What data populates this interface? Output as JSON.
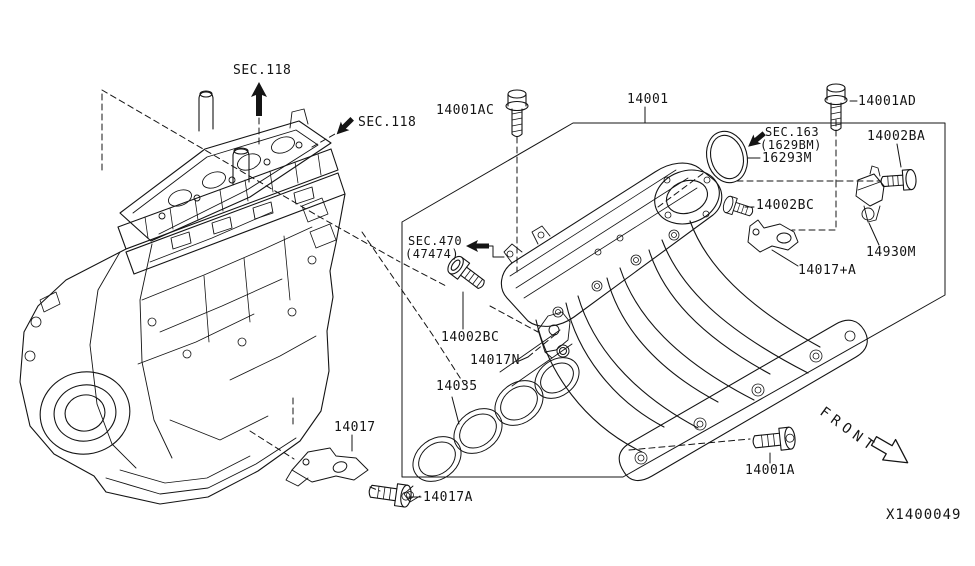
{
  "diagram": {
    "type": "engine-intake-manifold-parts-diagram",
    "drawing_code": "X1400049",
    "orientation_label": "FRONT",
    "colors": {
      "line": "#141414",
      "background": "#ffffff"
    },
    "labels": [
      {
        "id": "sec118-top",
        "text": "SEC.118"
      },
      {
        "id": "sec118-right",
        "text": "SEC.118"
      },
      {
        "id": "14001AC",
        "text": "14001AC"
      },
      {
        "id": "14001",
        "text": "14001"
      },
      {
        "id": "14001AD",
        "text": "14001AD"
      },
      {
        "id": "sec163",
        "text": "SEC.163"
      },
      {
        "id": "sec163-sub",
        "text": "(1629BM)"
      },
      {
        "id": "16293M",
        "text": "16293M"
      },
      {
        "id": "14002BA",
        "text": "14002BA"
      },
      {
        "id": "14002BC-right",
        "text": "14002BC"
      },
      {
        "id": "14930M",
        "text": "14930M"
      },
      {
        "id": "14017+A",
        "text": "14017+A"
      },
      {
        "id": "sec470",
        "text": "SEC.470"
      },
      {
        "id": "sec470-sub",
        "text": "(47474)"
      },
      {
        "id": "14002BC-left",
        "text": "14002BC"
      },
      {
        "id": "14017N",
        "text": "14017N"
      },
      {
        "id": "14035",
        "text": "14035"
      },
      {
        "id": "14017",
        "text": "14017"
      },
      {
        "id": "14017A",
        "text": "14017A"
      },
      {
        "id": "14001A",
        "text": "14001A"
      }
    ]
  }
}
